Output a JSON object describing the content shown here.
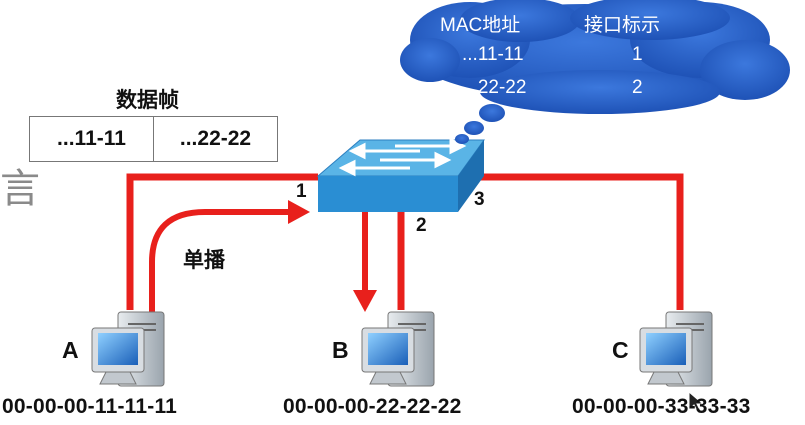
{
  "frame": {
    "title": "数据帧",
    "cells": [
      "...11-11",
      "...22-22"
    ]
  },
  "mac_table": {
    "headers": [
      "MAC地址",
      "接口标示"
    ],
    "rows": [
      {
        "mac": "...11-11",
        "port": "1"
      },
      {
        "mac": "...22-22",
        "port": "2"
      }
    ]
  },
  "switch_ports": [
    "1",
    "2",
    "3"
  ],
  "unicast_label": "单播",
  "hosts": [
    {
      "name": "A",
      "mac": "00-00-00-11-11-11"
    },
    {
      "name": "B",
      "mac": "00-00-00-22-22-22"
    },
    {
      "name": "C",
      "mac": "00-00-00-33-33-33"
    }
  ],
  "left_fragment": "言",
  "colors": {
    "link": "#e8201c",
    "cloud": "#2b63c9",
    "switch_top": "#5ab4e6",
    "switch_front": "#2a8ed3"
  }
}
